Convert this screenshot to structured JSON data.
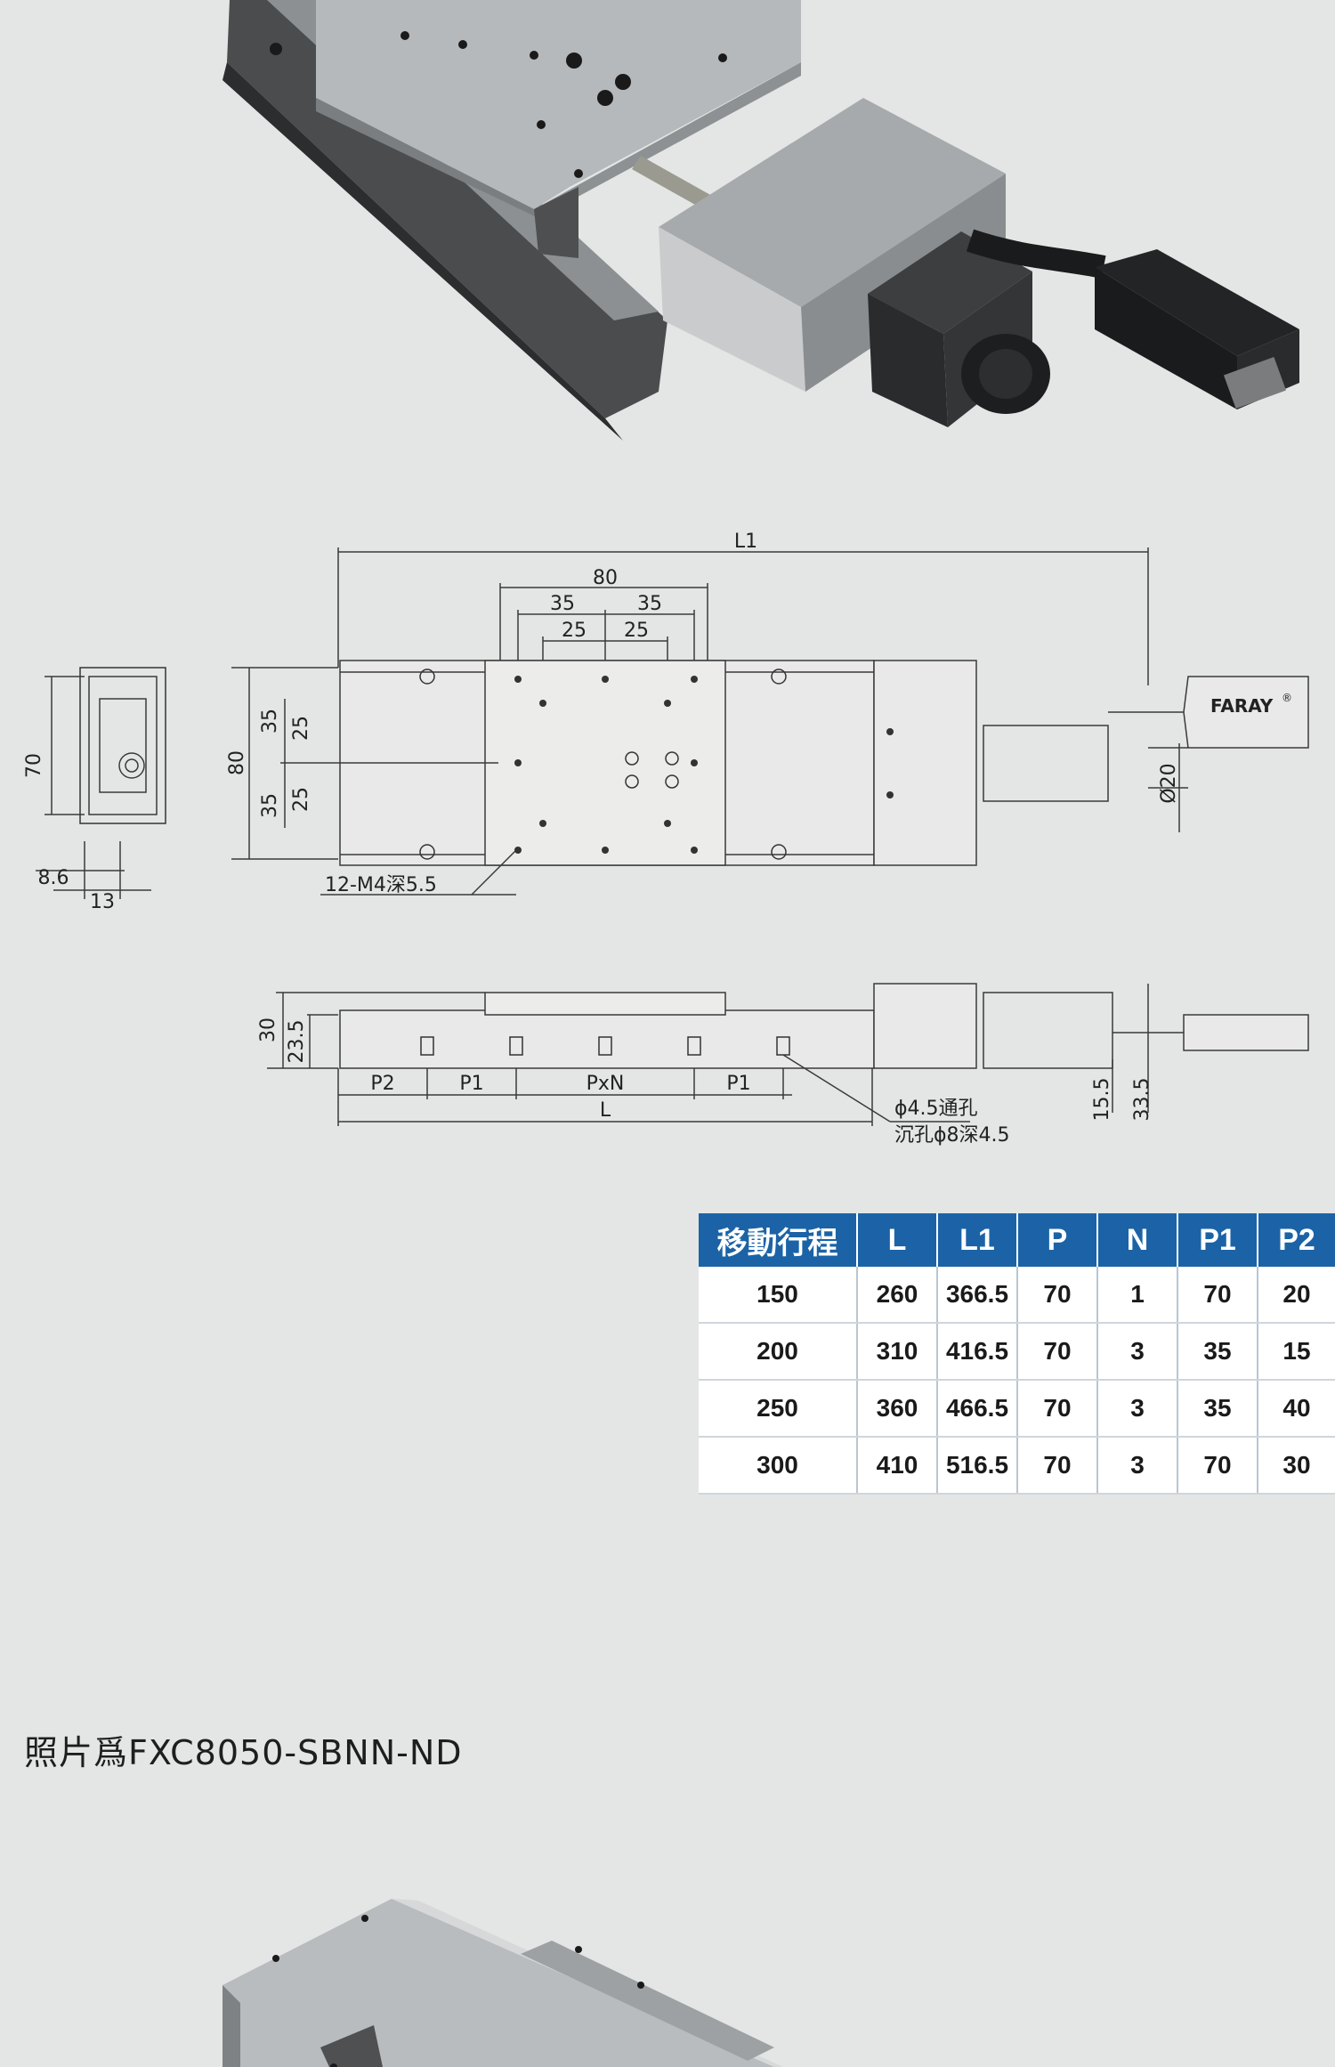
{
  "diagram": {
    "top_view": {
      "overall_length": "L1",
      "table_width": "80",
      "hole_pitch_outer": [
        "35",
        "35"
      ],
      "hole_pitch_inner": [
        "25",
        "25"
      ],
      "height": "80",
      "left_dims": [
        "35",
        "35"
      ],
      "inner_dims": [
        "25",
        "25"
      ],
      "thread_callout": "12-M4深5.5",
      "motor_diameter": "Ø20",
      "brand": "FARAY",
      "brand_mark": "®"
    },
    "end_view": {
      "height": "70",
      "offset": "8.6",
      "width": "13"
    },
    "side_view": {
      "height_total": "30",
      "height_base": "23.5",
      "pitch_labels": [
        "P2",
        "P1",
        "PxN",
        "P1"
      ],
      "length": "L",
      "hole_callout_1": "ϕ4.5通孔",
      "hole_callout_2": "沉孔ϕ8深4.5",
      "dim_a": "15.5",
      "dim_b": "33.5"
    }
  },
  "spec_table": {
    "headers": [
      "移動行程",
      "L",
      "L1",
      "P",
      "N",
      "P1",
      "P2"
    ],
    "rows": [
      [
        "150",
        "260",
        "366.5",
        "70",
        "1",
        "70",
        "20"
      ],
      [
        "200",
        "310",
        "416.5",
        "70",
        "3",
        "35",
        "15"
      ],
      [
        "250",
        "360",
        "466.5",
        "70",
        "3",
        "35",
        "40"
      ],
      [
        "300",
        "410",
        "516.5",
        "70",
        "3",
        "70",
        "30"
      ]
    ]
  },
  "caption": "照片爲FXC8050-SBNN-ND",
  "colors": {
    "background": "#e4e6e5",
    "table_header": "#1b63a6",
    "line": "#3a3a3a"
  }
}
